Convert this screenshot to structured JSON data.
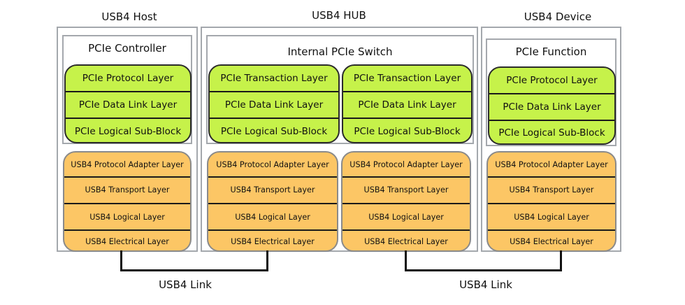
{
  "titles": {
    "host": "USB4 Host",
    "hub": "USB4 HUB",
    "device": "USB4 Device"
  },
  "pcie": {
    "controller": "PCIe Controller",
    "switch": "Internal PCIe Switch",
    "function": "PCIe Function",
    "protocol_layer": "PCIe Protocol Layer",
    "transaction_layer": "PCIe Transaction Layer",
    "data_link_layer": "PCIe Data Link Layer",
    "logical_sub_block": "PCIe Logical Sub-Block"
  },
  "usb4": {
    "protocol_adapter_layer": "USB4 Protocol Adapter Layer",
    "transport_layer": "USB4 Transport Layer",
    "logical_layer": "USB4 Logical Layer",
    "electrical_layer": "USB4 Electrical Layer"
  },
  "links": {
    "left": "USB4 Link",
    "right": "USB4 Link"
  },
  "colors": {
    "pcie_layer": "#c6f24a",
    "usb4_layer": "#fcc665",
    "box_border": "#a4a8ad"
  }
}
